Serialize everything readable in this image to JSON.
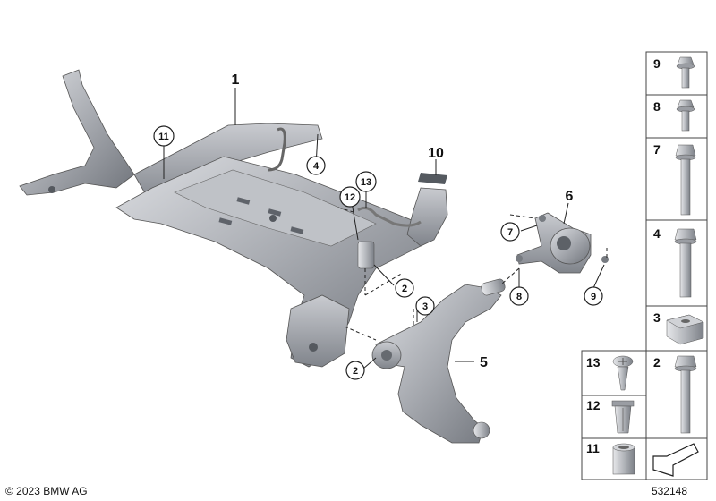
{
  "callouts": {
    "c1": "1",
    "c2a": "2",
    "c2b": "2",
    "c3": "3",
    "c4": "4",
    "c5": "5",
    "c6": "6",
    "c7": "7",
    "c8": "8",
    "c9": "9",
    "c10": "10",
    "c11": "11",
    "c12": "12",
    "c13": "13"
  },
  "parts_table": {
    "right_column": [
      "9",
      "8",
      "7",
      "4",
      "3",
      "2"
    ],
    "left_column": [
      "13",
      "12",
      "11"
    ]
  },
  "footer": {
    "copyright": "© 2023 BMW AG",
    "document_number": "532148"
  },
  "colors": {
    "part_fill": "#a9acb2",
    "part_dark": "#6f737a",
    "part_light": "#d6d8dc",
    "line": "#222222",
    "border": "#444444"
  }
}
